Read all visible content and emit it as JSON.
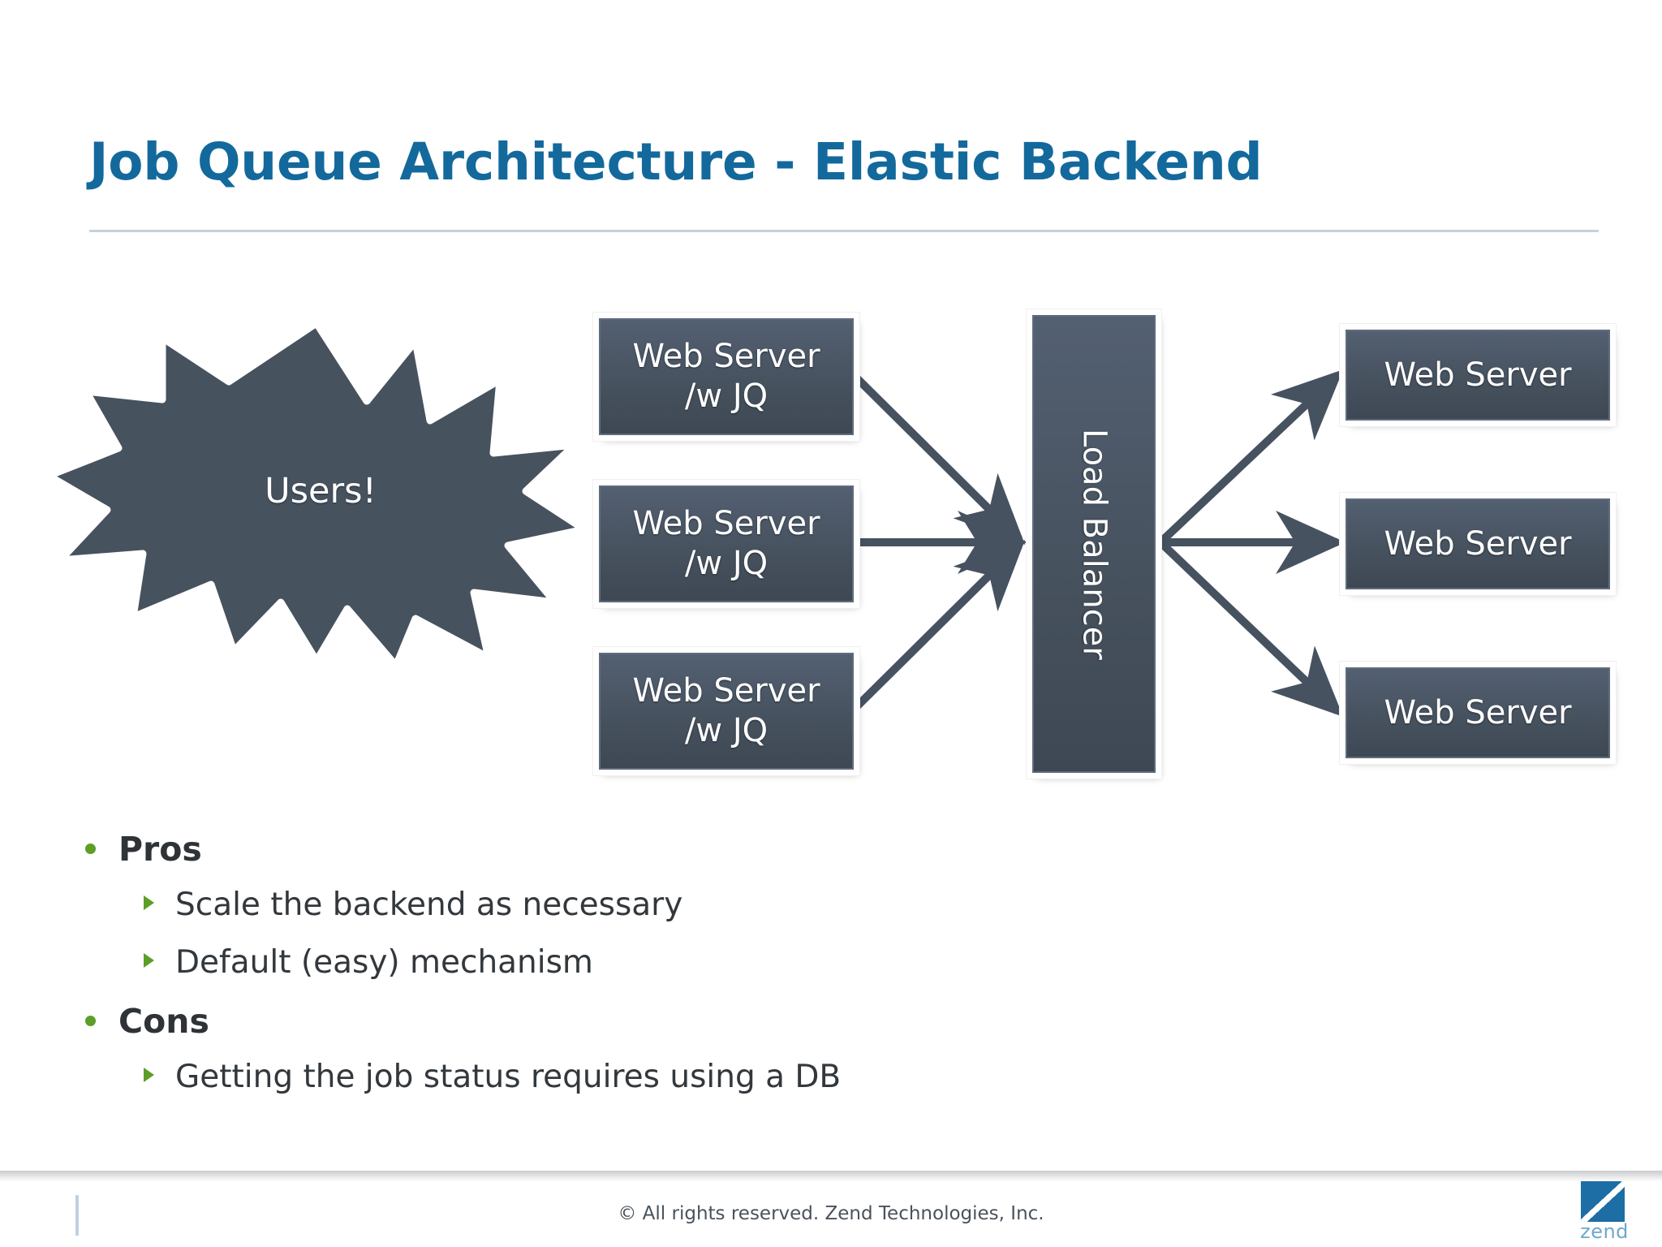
{
  "slide": {
    "title": "Job Queue Architecture - Elastic Backend",
    "accent_blue": "#13699c",
    "bullet_green": "#5d9e27",
    "node_fill": "#47525f",
    "arrow_color": "#465260"
  },
  "diagram": {
    "users_node": {
      "label": "Users!",
      "shape": "starburst"
    },
    "frontend_nodes": [
      {
        "label_line1": "Web Server",
        "label_line2": "/w JQ"
      },
      {
        "label_line1": "Web Server",
        "label_line2": "/w JQ"
      },
      {
        "label_line1": "Web Server",
        "label_line2": "/w JQ"
      }
    ],
    "load_balancer": {
      "label": "Load Balancer"
    },
    "backend_nodes": [
      {
        "label": "Web Server"
      },
      {
        "label": "Web Server"
      },
      {
        "label": "Web Server"
      }
    ]
  },
  "bullets": {
    "groups": [
      {
        "heading": "Pros",
        "items": [
          "Scale the backend as necessary",
          "Default (easy) mechanism"
        ]
      },
      {
        "heading": "Cons",
        "items": [
          "Getting the job status requires using a DB"
        ]
      }
    ]
  },
  "footer": {
    "copyright": "© All rights reserved. Zend Technologies, Inc.",
    "logo_word": "zend"
  }
}
